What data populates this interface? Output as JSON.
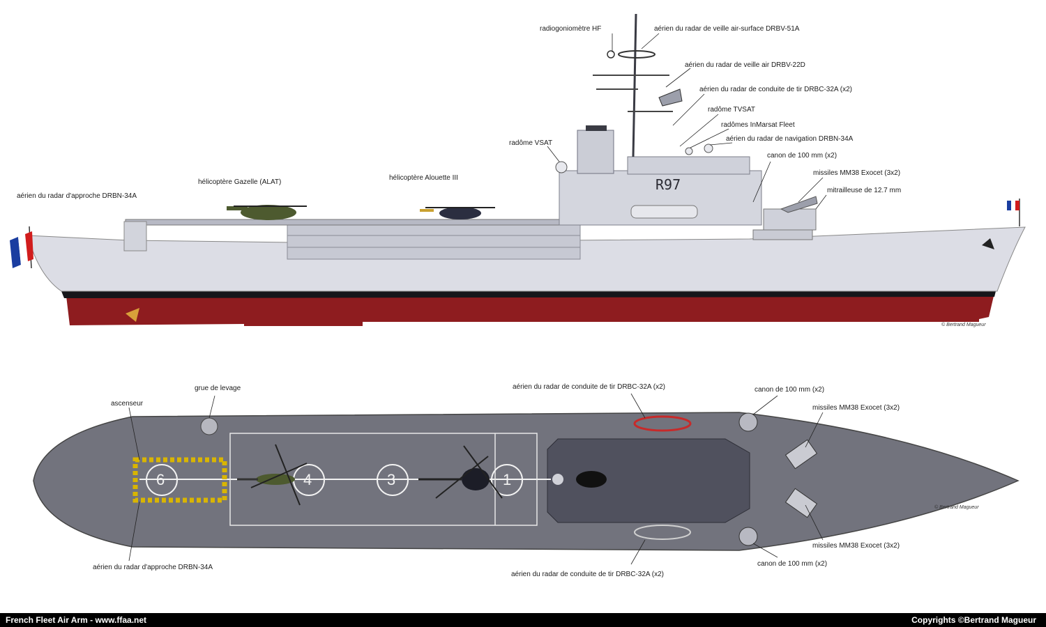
{
  "side_view": {
    "hull_number": "R97",
    "credit": "© Bertrand Magueur",
    "labels": {
      "radiogoniometre": "radiogoniomètre HF",
      "drbv51a": "aérien du radar de veille air-surface DRBV-51A",
      "drbv22d": "aérien du radar de veille air DRBV-22D",
      "drbc32a": "aérien du radar de conduite de tir DRBC-32A (x2)",
      "tvsat": "radôme TVSAT",
      "inmarsat": "radômes InMarsat Fleet",
      "drbn34a_nav": "aérien du radar de navigation DRBN-34A",
      "vsat": "radôme VSAT",
      "canon": "canon de 100 mm (x2)",
      "exocet": "missiles MM38 Exocet (3x2)",
      "mitrailleuse": "mitrailleuse de 12.7 mm",
      "gazelle": "hélicoptère Gazelle (ALAT)",
      "alouette": "hélicoptère Alouette III",
      "drbn34a_approche": "aérien du radar d'approche DRBN-34A"
    }
  },
  "top_view": {
    "spot_numbers": [
      "6",
      "4",
      "3",
      "1"
    ],
    "credit": "© Bertrand Magueur",
    "labels": {
      "grue": "grue de levage",
      "ascenseur": "ascenseur",
      "drbc32a_top": "aérien du radar de conduite de tir DRBC-32A (x2)",
      "canon_top": "canon de 100 mm (x2)",
      "exocet_top": "missiles MM38 Exocet (3x2)",
      "exocet_bottom": "missiles MM38 Exocet (3x2)",
      "canon_bottom": "canon de 100 mm (x2)",
      "drbc32a_bottom": "aérien du radar de conduite de tir DRBC-32A (x2)",
      "drbn34a_approche_top": "aérien du radar d'approche DRBN-34A"
    }
  },
  "footer": {
    "left": "French Fleet Air Arm - www.ffaa.net",
    "right": "Copyrights ©Bertrand Magueur"
  },
  "colors": {
    "hull_red": "#8e1c1f",
    "hull_grey": "#d9dbe3",
    "deck_grey": "#75767f",
    "island_dark": "#4a4b57"
  }
}
